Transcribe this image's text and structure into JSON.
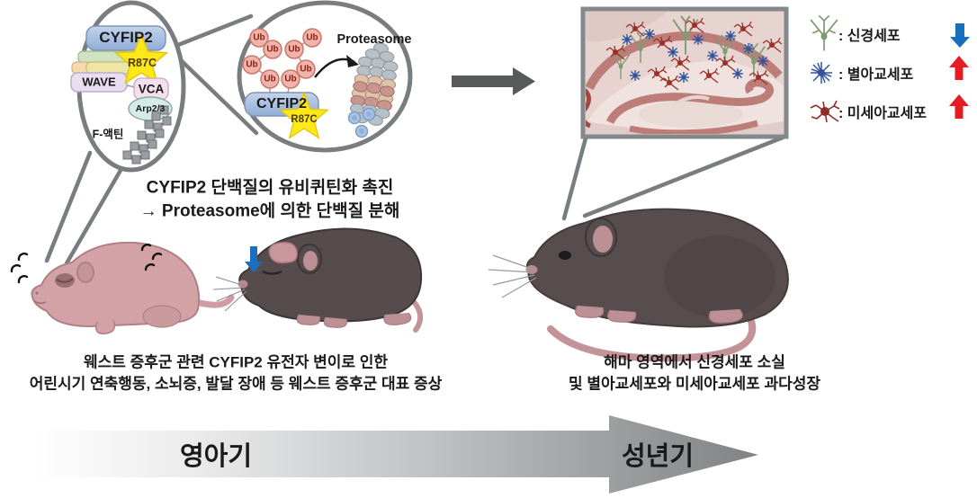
{
  "figure": {
    "molecular_panel": {
      "complex": {
        "cyfip2": "CYFIP2",
        "mutation": "R87C",
        "wave": "WAVE",
        "vca": "VCA",
        "arp23": "Arp2/3",
        "f_actin": "F-액틴"
      },
      "ubiquitination": {
        "ub": "Ub",
        "cyfip2": "CYFIP2",
        "mutation": "R87C",
        "proteasome": "Proteasome"
      },
      "description_line1": "CYFIP2 단백질의 유비퀴틴화 촉진",
      "description_line2": "→ Proteasome에 의한 단백질 분해"
    },
    "infant_caption_line1": "웨스트 증후군 관련  CYFIP2 유전자 변이로 인한",
    "infant_caption_line2": "어린시기 연축행동, 소뇌증, 발달 장애 등 웨스트 증후군 대표 증상",
    "adult_caption_line1": "해마 영역에서 신경세포 소실",
    "adult_caption_line2": "및 별아교세포와 미세아교세포 과다성장",
    "legend": {
      "items": [
        {
          "label": ": 신경세포",
          "trend": "decrease",
          "arrow_color": "#1a6ec0"
        },
        {
          "label": ": 별아교세포",
          "trend": "increase",
          "arrow_color": "#e51c22"
        },
        {
          "label": ": 미세아교세포",
          "trend": "increase",
          "arrow_color": "#e51c22"
        }
      ]
    },
    "timeline": {
      "start": "영아기",
      "end": "성년기"
    },
    "colors": {
      "cyfip2_box": "#a9c1e3",
      "mutation_star": "#ffe81a",
      "ubiquitin": "#f2b3aa",
      "decrease_arrow": "#1a6ec0",
      "increase_arrow": "#e51c22",
      "hippocampus_band": "#bc7d79",
      "neuron_icon": "#7f9b72",
      "astrocyte_icon": "#33549c",
      "microglia_icon": "#8e2d26",
      "transition_arrow": "#58595b"
    }
  }
}
